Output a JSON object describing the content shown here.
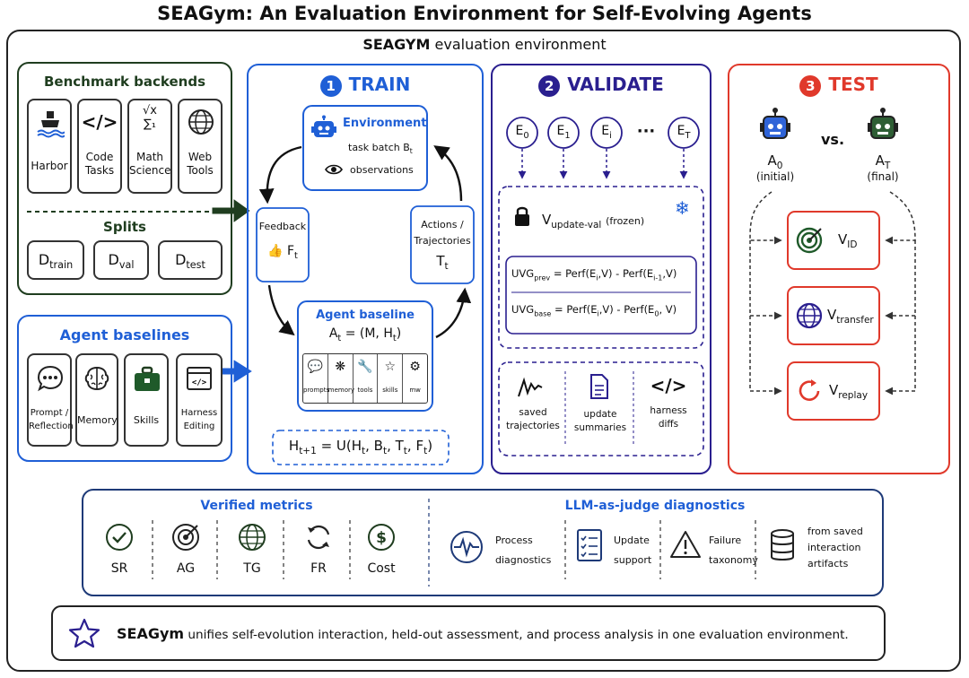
{
  "title": "SEAGym: An Evaluation Environment for Self-Evolving Agents",
  "env_title_bold": "SEAGYM",
  "env_title_rest": "evaluation environment",
  "benchmark": {
    "title": "Benchmark backends",
    "items": [
      {
        "label1": "Harbor",
        "label2": "",
        "icon": "ship-icon"
      },
      {
        "label1": "Code",
        "label2": "Tasks",
        "icon": "code-icon"
      },
      {
        "label1": "Math",
        "label2": "Science",
        "icon": "math-icon"
      },
      {
        "label1": "Web",
        "label2": "Tools",
        "icon": "globe-icon"
      }
    ],
    "splits_title": "Splits",
    "splits": [
      {
        "main": "D",
        "sub": "train"
      },
      {
        "main": "D",
        "sub": "val"
      },
      {
        "main": "D",
        "sub": "test"
      }
    ]
  },
  "agents": {
    "title": "Agent baselines",
    "items": [
      {
        "label1": "Prompt /",
        "label2": "Reflection",
        "icon": "speech-bubble-icon"
      },
      {
        "label1": "Memory",
        "label2": "",
        "icon": "brain-icon"
      },
      {
        "label1": "Skills",
        "label2": "",
        "icon": "toolbox-icon"
      },
      {
        "label1": "Harness",
        "label2": "Editing",
        "icon": "code-window-icon"
      }
    ]
  },
  "train": {
    "num": "1",
    "title": "TRAIN",
    "env_label": "Environment",
    "env_line1_main": "task batch B",
    "env_line1_sub": "t",
    "env_line2": "observations",
    "feedback_label": "Feedback",
    "feedback_main": "F",
    "feedback_sub": "t",
    "actions_line1": "Actions /",
    "actions_line2": "Trajectories",
    "actions_main": "T",
    "actions_sub": "t",
    "agent_label": "Agent baseline",
    "agent_formula_a": "A",
    "agent_formula_a_sub": "t",
    "agent_formula_rest": " = (M, H",
    "agent_formula_h_sub": "t",
    "agent_formula_end": ")",
    "components": [
      "prompts",
      "memory",
      "tools",
      "skills",
      "mw"
    ],
    "update_lhs": "H",
    "update_lhs_sub": "t+1",
    "update_rhs": " = U(H",
    "update_rhs_sub1": "t",
    "update_sep1": ", B",
    "update_rhs_sub2": "t",
    "update_sep2": ", T",
    "update_rhs_sub3": "t",
    "update_sep3": ", F",
    "update_rhs_sub4": "t",
    "update_end": ")"
  },
  "validate": {
    "num": "2",
    "title": "VALIDATE",
    "envs": [
      {
        "main": "E",
        "sub": "0"
      },
      {
        "main": "E",
        "sub": "1"
      },
      {
        "main": "E",
        "sub": "i"
      },
      {
        "main": "E",
        "sub": "T"
      }
    ],
    "ellipsis": "···",
    "vset_main": "V",
    "vset_sub": "update-val",
    "vset_note": "(frozen)",
    "uvg_prev_main": "UVG",
    "uvg_prev_sub": "prev",
    "uvg_prev_rhs": "= Perf(E",
    "uvg_prev_rhs_sub1": "i",
    "uvg_prev_rhs_mid": ",V) - Perf(E",
    "uvg_prev_rhs_sub2": "i-1",
    "uvg_prev_rhs_end": ",V)",
    "uvg_base_main": "UVG",
    "uvg_base_sub": "base",
    "uvg_base_rhs": "= Perf(E",
    "uvg_base_rhs_sub1": "i",
    "uvg_base_rhs_mid": ",V) - Perf(E",
    "uvg_base_rhs_sub2": "0",
    "uvg_base_rhs_end": ", V)",
    "artifacts": [
      {
        "label1": "saved",
        "label2": "trajectories"
      },
      {
        "label1": "update",
        "label2": "summaries"
      },
      {
        "label1": "harness",
        "label2": "diffs"
      }
    ]
  },
  "test": {
    "num": "3",
    "title": "TEST",
    "a0_main": "A",
    "a0_sub": "0",
    "a0_note": "(initial)",
    "vs": "vs.",
    "at_main": "A",
    "at_sub": "T",
    "at_note": "(final)",
    "sets": [
      {
        "main": "V",
        "sub": "ID"
      },
      {
        "main": "V",
        "sub": "transfer"
      },
      {
        "main": "V",
        "sub": "replay"
      }
    ]
  },
  "metrics": {
    "verified_title": "Verified metrics",
    "verified": [
      "SR",
      "AG",
      "TG",
      "FR",
      "Cost"
    ],
    "llm_title": "LLM-as-judge diagnostics",
    "diag": [
      {
        "label1": "Process",
        "label2": "diagnostics"
      },
      {
        "label1": "Update",
        "label2": "support"
      },
      {
        "label1": "Failure",
        "label2": "taxonomy"
      }
    ],
    "saved_line1": "from saved",
    "saved_line2": "interaction",
    "saved_line3": "artifacts"
  },
  "footer": {
    "bold": "SEAGym",
    "rest": " unifies self-evolution interaction, held-out assessment, and process analysis in one evaluation environment."
  },
  "colors": {
    "green": "#1f3d1f",
    "blue": "#1f5fd6",
    "purple": "#2a1f8f",
    "red": "#e0392b",
    "navy": "#1e3a78"
  }
}
